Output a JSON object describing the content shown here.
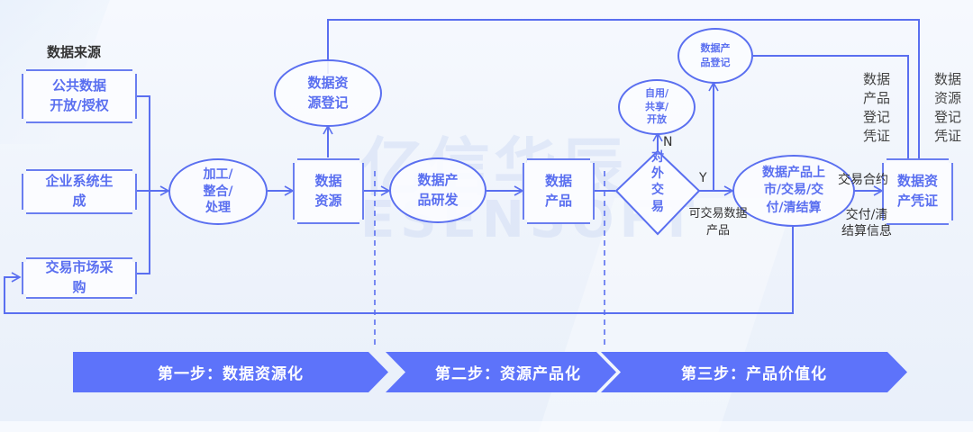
{
  "sources": {
    "title": "数据来源",
    "items": [
      {
        "label": "公共数据\n开放/授权"
      },
      {
        "label": "企业系统生\n成"
      },
      {
        "label": "交易市场采\n购"
      }
    ]
  },
  "nodes": {
    "process": "加工/\n整合/\n处理",
    "data_resource": "数据\n资源",
    "resource_registration": "数据资\n源登记",
    "product_rnd": "数据产\n品研发",
    "data_product": "数据\n产品",
    "external_trade": "对\n外\n交\n易",
    "self_use": "自用/\n共享/\n开放",
    "product_registration": "数据产\n品登记",
    "market_trade": "数据产品上\n市/交易/交\n付/清结算",
    "asset_certificate": "数据资\n产凭证"
  },
  "labels": {
    "decision_no": "N",
    "decision_yes": "Y",
    "tradable_product": "可交易数据\n产品",
    "trade_contract": "交易合约",
    "delivery_info": "交付/清\n结算信息",
    "product_reg_cert": "数据\n产品\n登记\n凭证",
    "resource_reg_cert": "数据\n资源\n登记\n凭证"
  },
  "steps": [
    {
      "label": "第一步：数据资源化"
    },
    {
      "label": "第二步：资源产品化"
    },
    {
      "label": "第三步：产品价值化"
    }
  ],
  "watermark": {
    "cn": "亿信华辰",
    "en": "ESENSOFT"
  },
  "colors": {
    "accent": "#5a6ff0",
    "step_fill": "#5d73fa",
    "text": "#333333"
  }
}
